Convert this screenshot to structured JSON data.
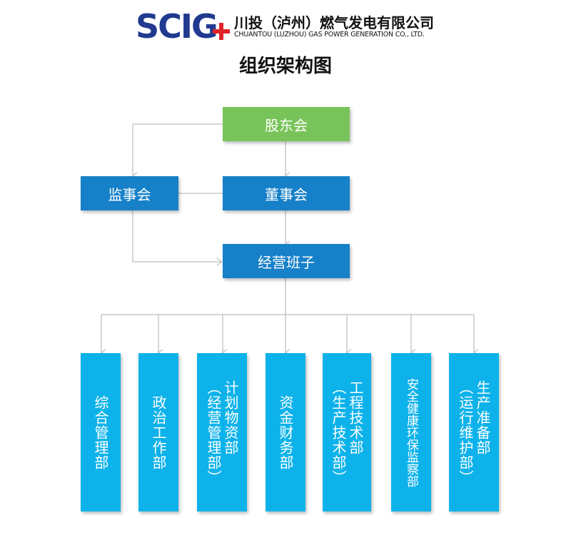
{
  "header": {
    "logo_text": "SCIG",
    "company_cn": "川投（泸州）燃气发电有限公司",
    "company_en": "CHUANTOU (LUZHOU) GAS POWER GENERATION CO., LTD.",
    "title": "组织架构图"
  },
  "nodes": {
    "shareholders": "股东会",
    "supervisors": "监事会",
    "board": "董事会",
    "management": "经营班子"
  },
  "departments": [
    "综合管理部",
    "政治工作部",
    "计划物资部\n（经营管理部）",
    "资金财务部",
    "工程技术部\n（生产技术部）",
    "安全健康环保监察部",
    "生产准备部\n（运行维护部）"
  ],
  "colors": {
    "logo": "#1f3a8f",
    "logo_accent": "#e0232b",
    "shareholders": "#79c45a",
    "primary_box": "#1680c8",
    "department": "#0db2ea",
    "connector": "#c8c8c8"
  }
}
